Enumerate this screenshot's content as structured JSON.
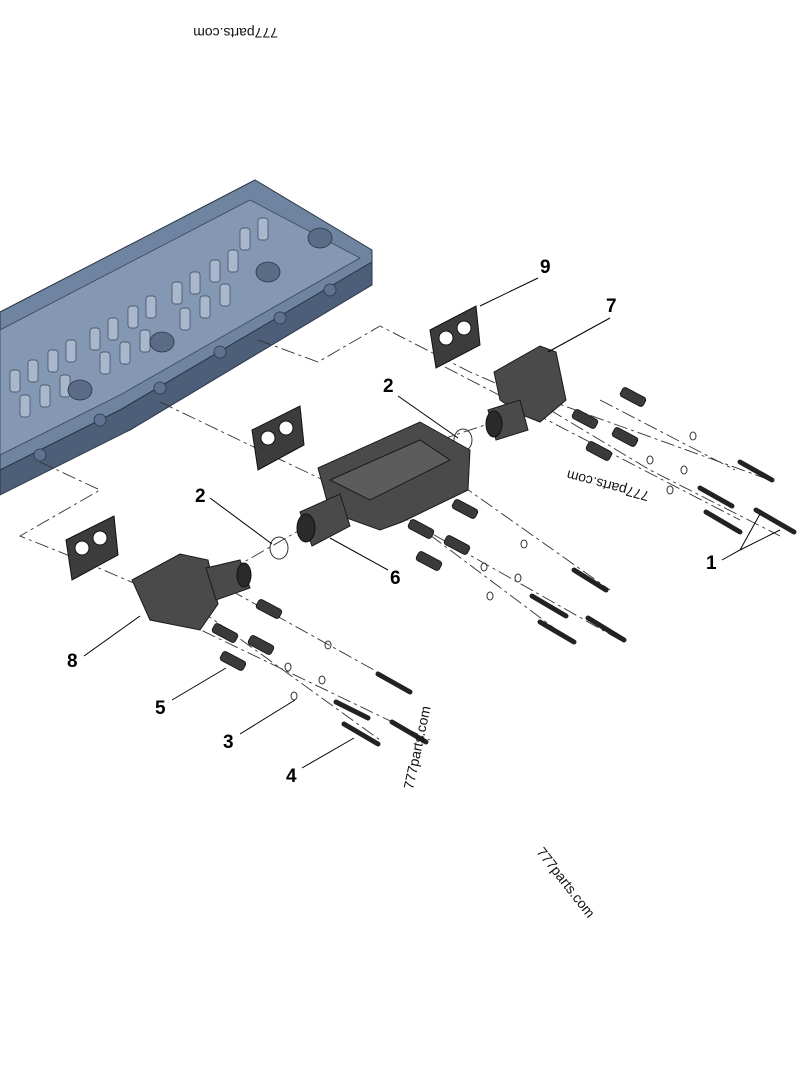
{
  "watermarks": [
    {
      "text": "777parts.com"
    },
    {
      "text": "777parts.com"
    },
    {
      "text": "777parts.com"
    },
    {
      "text": "777parts.com"
    }
  ],
  "callouts": [
    "1",
    "2",
    "2",
    "3",
    "4",
    "5",
    "6",
    "7",
    "8",
    "9"
  ],
  "colors": {
    "cylinder_head": "#6f84a0",
    "cylinder_head_shade": "#4c5e78",
    "manifold": "#4a4a4a",
    "background": "#ffffff"
  }
}
